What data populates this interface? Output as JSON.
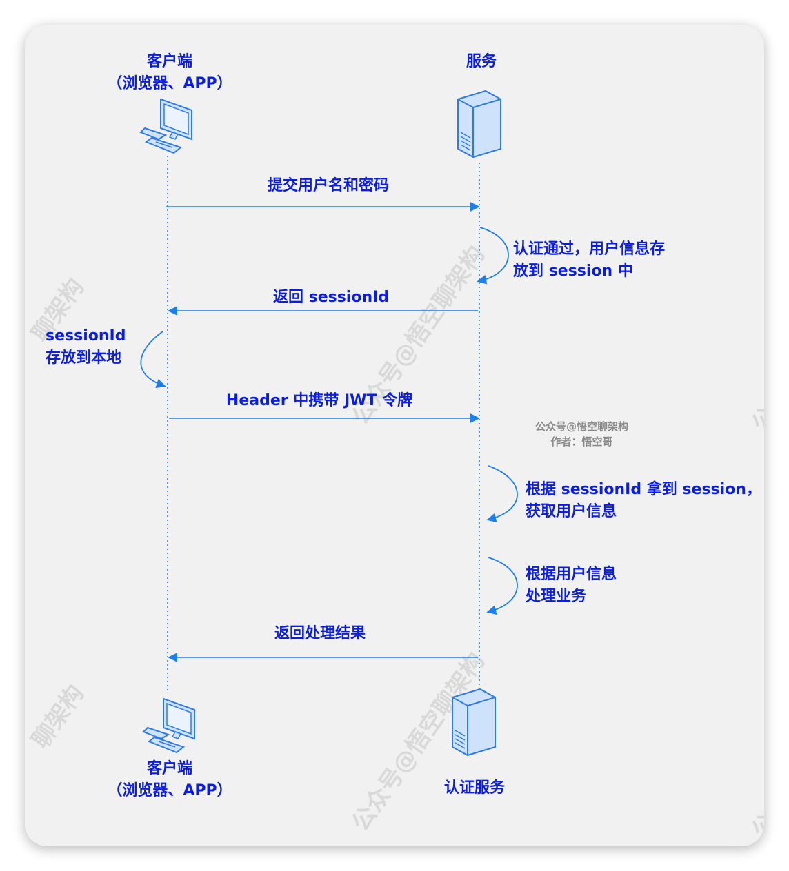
{
  "participants": {
    "client_top": [
      "客户端",
      "（浏览器、APP）"
    ],
    "server_top": "服务",
    "client_bottom": [
      "客户端",
      "（浏览器、APP）"
    ],
    "server_bottom": "认证服务"
  },
  "messages": {
    "m1": "提交用户名和密码",
    "self1": [
      "认证通过，用户信息存",
      "放到 session 中"
    ],
    "m2": "返回 sessionId",
    "self2": [
      "sessionId",
      "存放到本地"
    ],
    "m3": "Header 中携带 JWT 令牌",
    "self3": [
      "根据 sessionId 拿到 session，",
      "获取用户信息"
    ],
    "self4": [
      "根据用户信息",
      "处理业务"
    ],
    "m4": "返回处理结果"
  },
  "note": [
    "公众号@悟空聊架构",
    "作者：悟空哥"
  ],
  "watermark": [
    "公众号@悟空聊架构",
    "公众号@悟空聊架构",
    "聊架构",
    "聊架构",
    "公众",
    "公众"
  ],
  "colors": {
    "text": "#0b1ee0",
    "arrow": "#1e7fe8",
    "icon_fill": "#cfe2fb",
    "icon_stroke": "#2f7ce0",
    "card": "#f1f1f1"
  }
}
